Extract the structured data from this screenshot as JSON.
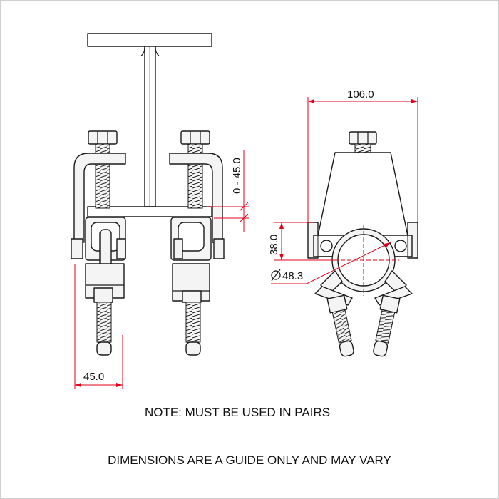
{
  "dimensions": {
    "width_top": "106.0",
    "adjust_range": "0 - 45.0",
    "height": "38.0",
    "tube_diameter": "48.3",
    "width_bottom": "45.0"
  },
  "notes": {
    "pairs": "NOTE: MUST BE USED IN PAIRS",
    "guide": "DIMENSIONS ARE A GUIDE ONLY AND MAY VARY"
  },
  "colors": {
    "dimension_lines": "#e3001b",
    "outline": "#1a1a1a"
  }
}
